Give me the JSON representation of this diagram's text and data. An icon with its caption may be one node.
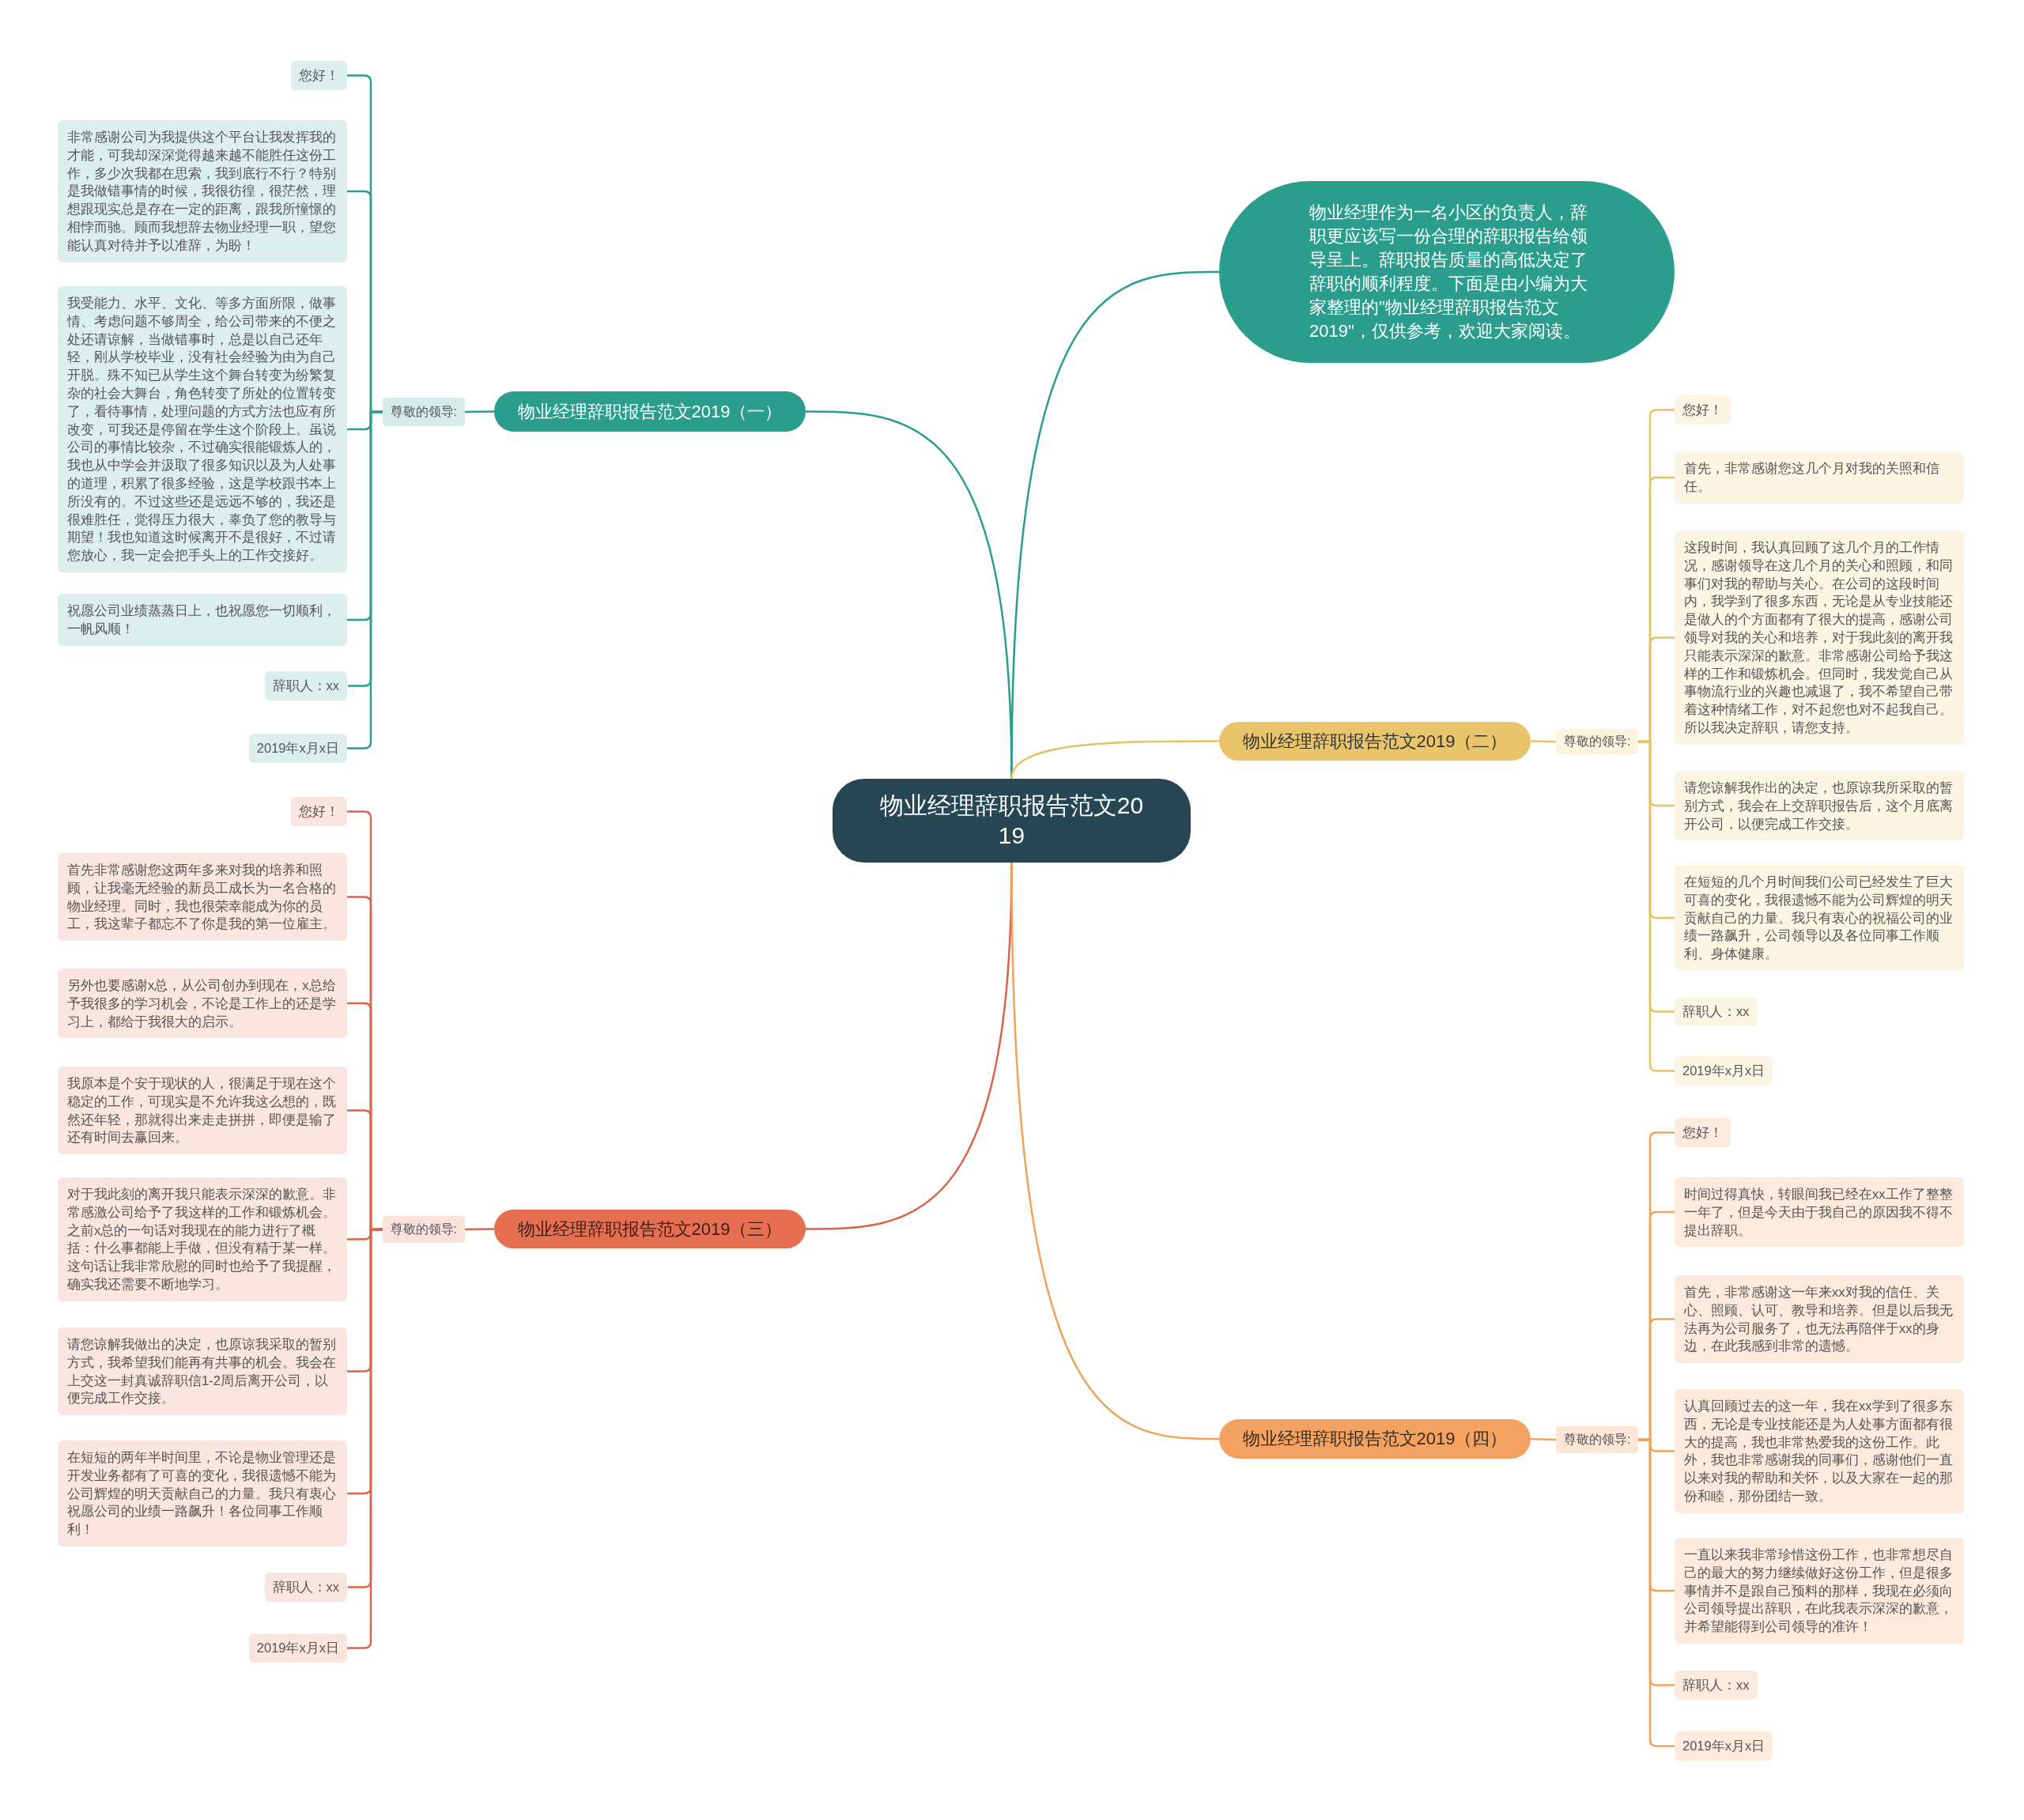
{
  "diagram": {
    "nodes": [
      {
        "text": [
          "物业经理辞职报告范文2019"
        ]
      },
      {
        "text": [
          "物业经理作为一名小区的负责人，辞职更应该写一份合理的辞职报告给领导呈上。辞职报告质量的高低决定了辞职的顺利程度。下面是由小编为大家整理的\"物业经理辞职报告范文2019\"，仅供参考，欢迎大家阅读。"
        ]
      },
      {
        "text": [
          "物业经理辞职报告范文2019（一）"
        ]
      },
      {
        "text": [
          "尊敬的领导:"
        ]
      },
      {
        "text": [
          "您好！"
        ]
      },
      {
        "text": [
          "非常感谢公司为我提供这个平台让我发挥我的才能，可我却深深觉得越来越不能胜任这份工作，多少次我都在思索，我到底行不行？特别是我做错事情的时候，我很彷徨，很茫然，理想跟现实总是存在一定的距离，跟我所憧憬的相悖而驰。顾而我想辞去物业经理一职，望您能认真对待并予以准辞，为盼！"
        ]
      },
      {
        "text": [
          "我受能力、水平、文化、等多方面所限，做事情、考虑问题不够周全，给公司带来的不便之处还请谅解，当做错事时，总是以自己还年轻，刚从学校毕业，没有社会经验为由为自己开脱。殊不知已从学生这个舞台转变为纷繁复杂的社会大舞台，角色转变了所处的位置转变了，看待事情，处理问题的方式方法也应有所改变，可我还是停留在学生这个阶段上。虽说公司的事情比较杂，不过确实很能锻炼人的，我也从中学会并汲取了很多知识以及为人处事的道理，积累了很多经验，这是学校跟书本上所没有的。不过这些还是远远不够的，我还是很难胜任，觉得压力很大，辜负了您的教导与期望！我也知道这时候离开不是很好，不过请您放心，我一定会把手头上的工作交接好。"
        ]
      },
      {
        "text": [
          "祝愿公司业绩蒸蒸日上，也祝愿您一切顺利，一帆风顺！"
        ]
      },
      {
        "text": [
          "辞职人：xx"
        ]
      },
      {
        "text": [
          "2019年x月x日"
        ]
      },
      {
        "text": [
          "物业经理辞职报告范文2019（二）"
        ]
      },
      {
        "text": [
          "尊敬的领导:"
        ]
      },
      {
        "text": [
          "您好！"
        ]
      },
      {
        "text": [
          "首先，非常感谢您这几个月对我的关照和信任。"
        ]
      },
      {
        "text": [
          "这段时间，我认真回顾了这几个月的工作情况，感谢领导在这几个月的关心和照顾，和同事们对我的帮助与关心。在公司的这段时间内，我学到了很多东西，无论是从专业技能还是做人的个方面都有了很大的提高，感谢公司领导对我的关心和培养，对于我此刻的离开我只能表示深深的歉意。非常感谢公司给予我这样的工作和锻炼机会。但同时，我发觉自己从事物流行业的兴趣也减退了，我不希望自己带着这种情绪工作，对不起您也对不起我自己。所以我决定辞职，请您支持。"
        ]
      },
      {
        "text": [
          "请您谅解我作出的决定，也原谅我所采取的暂别方式，我会在上交辞职报告后，这个月底离开公司，以便完成工作交接。"
        ]
      },
      {
        "text": [
          "在短短的几个月时间我们公司已经发生了巨大可喜的变化，我很遗憾不能为公司辉煌的明天贡献自己的力量。我只有衷心的祝福公司的业绩一路飙升，公司领导以及各位同事工作顺利、身体健康。"
        ]
      },
      {
        "text": [
          "辞职人：xx"
        ]
      },
      {
        "text": [
          "2019年x月x日"
        ]
      },
      {
        "text": [
          "物业经理辞职报告范文2019（三）"
        ]
      },
      {
        "text": [
          "尊敬的领导:"
        ]
      },
      {
        "text": [
          "您好！"
        ]
      },
      {
        "text": [
          "首先非常感谢您这两年多来对我的培养和照顾，让我毫无经验的新员工成长为一名合格的物业经理。同时，我也很荣幸能成为你的员工，我这辈子都忘不了你是我的第一位雇主。"
        ]
      },
      {
        "text": [
          "另外也要感谢x总，从公司创办到现在，x总给予我很多的学习机会，不论是工作上的还是学习上，都给于我很大的启示。"
        ]
      },
      {
        "text": [
          "我原本是个安于现状的人，很满足于现在这个稳定的工作，可现实是不允许我这么想的，既然还年轻，那就得出来走走拼拼，即便是输了还有时间去赢回来。"
        ]
      },
      {
        "text": [
          "对于我此刻的离开我只能表示深深的歉意。非常感激公司给予了我这样的工作和锻炼机会。之前x总的一句话对我现在的能力进行了概括：什么事都能上手做，但没有精于某一样。这句话让我非常欣慰的同时也给予了我提醒，确实我还需要不断地学习。"
        ]
      },
      {
        "text": [
          "请您谅解我做出的决定，也原谅我采取的暂别方式，我希望我们能再有共事的机会。我会在上交这一封真诚辞职信1-2周后离开公司，以便完成工作交接。"
        ]
      },
      {
        "text": [
          "在短短的两年半时间里，不论是物业管理还是开发业务都有了可喜的变化，我很遗憾不能为公司辉煌的明天贡献自己的力量。我只有衷心祝愿公司的业绩一路飙升！各位同事工作顺利！"
        ]
      },
      {
        "text": [
          "辞职人：xx"
        ]
      },
      {
        "text": [
          "2019年x月x日"
        ]
      },
      {
        "text": [
          "物业经理辞职报告范文2019（四）"
        ]
      },
      {
        "text": [
          "尊敬的领导:"
        ]
      },
      {
        "text": [
          "您好！"
        ]
      },
      {
        "text": [
          "时间过得真快，转眼间我已经在xx工作了整整一年了，但是今天由于我自己的原因我不得不提出辞职。"
        ]
      },
      {
        "text": [
          "首先，非常感谢这一年来xx对我的信任、关心、照顾、认可、教导和培养。但是以后我无法再为公司服务了，也无法再陪伴于xx的身边，在此我感到非常的遗憾。"
        ]
      },
      {
        "text": [
          "认真回顾过去的这一年，我在xx学到了很多东西，无论是专业技能还是为人处事方面都有很大的提高，我也非常热爱我的这份工作。此外，我也非常感谢我的同事们，感谢他们一直以来对我的帮助和关怀，以及大家在一起的那份和睦，那份团结一致。"
        ]
      },
      {
        "text": [
          "一直以来我非常珍惜这份工作，也非常想尽自己的最大的努力继续做好这份工作，但是很多事情并不是跟自己预料的那样，我现在必须向公司领导提出辞职，在此我表示深深的歉意，并希望能得到公司领导的准许！"
        ]
      },
      {
        "text": [
          "辞职人：xx"
        ]
      },
      {
        "text": [
          "2019年x月x日"
        ]
      }
    ],
    "edges": [
      {
        "from": 0,
        "to": 1,
        "arrow": "none",
        "color": "#2a9d8c"
      },
      {
        "from": 0,
        "to": 2,
        "arrow": "none",
        "color": "#2a9d8c"
      },
      {
        "from": 2,
        "to": 3,
        "arrow": "none",
        "color": "#2a9d8c"
      },
      {
        "from": 3,
        "to": 4,
        "arrow": "none",
        "color": "#2a9d8c"
      },
      {
        "from": 3,
        "to": 5,
        "arrow": "none",
        "color": "#2a9d8c"
      },
      {
        "from": 3,
        "to": 6,
        "arrow": "none",
        "color": "#2a9d8c"
      },
      {
        "from": 3,
        "to": 7,
        "arrow": "none",
        "color": "#2a9d8c"
      },
      {
        "from": 3,
        "to": 8,
        "arrow": "none",
        "color": "#2a9d8c"
      },
      {
        "from": 3,
        "to": 9,
        "arrow": "none",
        "color": "#2a9d8c"
      },
      {
        "from": 0,
        "to": 10,
        "arrow": "none",
        "color": "#e6c265"
      },
      {
        "from": 10,
        "to": 11,
        "arrow": "none",
        "color": "#e6c265"
      },
      {
        "from": 11,
        "to": 12,
        "arrow": "none",
        "color": "#e6c265"
      },
      {
        "from": 11,
        "to": 13,
        "arrow": "none",
        "color": "#e6c265"
      },
      {
        "from": 11,
        "to": 14,
        "arrow": "none",
        "color": "#e6c265"
      },
      {
        "from": 11,
        "to": 15,
        "arrow": "none",
        "color": "#e6c265"
      },
      {
        "from": 11,
        "to": 16,
        "arrow": "none",
        "color": "#e6c265"
      },
      {
        "from": 11,
        "to": 17,
        "arrow": "none",
        "color": "#e6c265"
      },
      {
        "from": 11,
        "to": 18,
        "arrow": "none",
        "color": "#e6c265"
      },
      {
        "from": 0,
        "to": 19,
        "arrow": "none",
        "color": "#d9644a"
      },
      {
        "from": 19,
        "to": 20,
        "arrow": "none",
        "color": "#d9644a"
      },
      {
        "from": 20,
        "to": 21,
        "arrow": "none",
        "color": "#d9644a"
      },
      {
        "from": 20,
        "to": 22,
        "arrow": "none",
        "color": "#d9644a"
      },
      {
        "from": 20,
        "to": 23,
        "arrow": "none",
        "color": "#d9644a"
      },
      {
        "from": 20,
        "to": 24,
        "arrow": "none",
        "color": "#d9644a"
      },
      {
        "from": 20,
        "to": 25,
        "arrow": "none",
        "color": "#d9644a"
      },
      {
        "from": 20,
        "to": 26,
        "arrow": "none",
        "color": "#d9644a"
      },
      {
        "from": 20,
        "to": 27,
        "arrow": "none",
        "color": "#d9644a"
      },
      {
        "from": 20,
        "to": 28,
        "arrow": "none",
        "color": "#d9644a"
      },
      {
        "from": 20,
        "to": 29,
        "arrow": "none",
        "color": "#d9644a"
      },
      {
        "from": 0,
        "to": 30,
        "arrow": "none",
        "color": "#f0a25a"
      },
      {
        "from": 30,
        "to": 31,
        "arrow": "none",
        "color": "#f0a25a"
      },
      {
        "from": 31,
        "to": 32,
        "arrow": "none",
        "color": "#f0a25a"
      },
      {
        "from": 31,
        "to": 33,
        "arrow": "none",
        "color": "#f0a25a"
      },
      {
        "from": 31,
        "to": 34,
        "arrow": "none",
        "color": "#f0a25a"
      },
      {
        "from": 31,
        "to": 35,
        "arrow": "none",
        "color": "#f0a25a"
      },
      {
        "from": 31,
        "to": 36,
        "arrow": "none",
        "color": "#f0a25a"
      },
      {
        "from": 31,
        "to": 37,
        "arrow": "none",
        "color": "#f0a25a"
      },
      {
        "from": 31,
        "to": 38,
        "arrow": "none",
        "color": "#f0a25a"
      }
    ]
  }
}
